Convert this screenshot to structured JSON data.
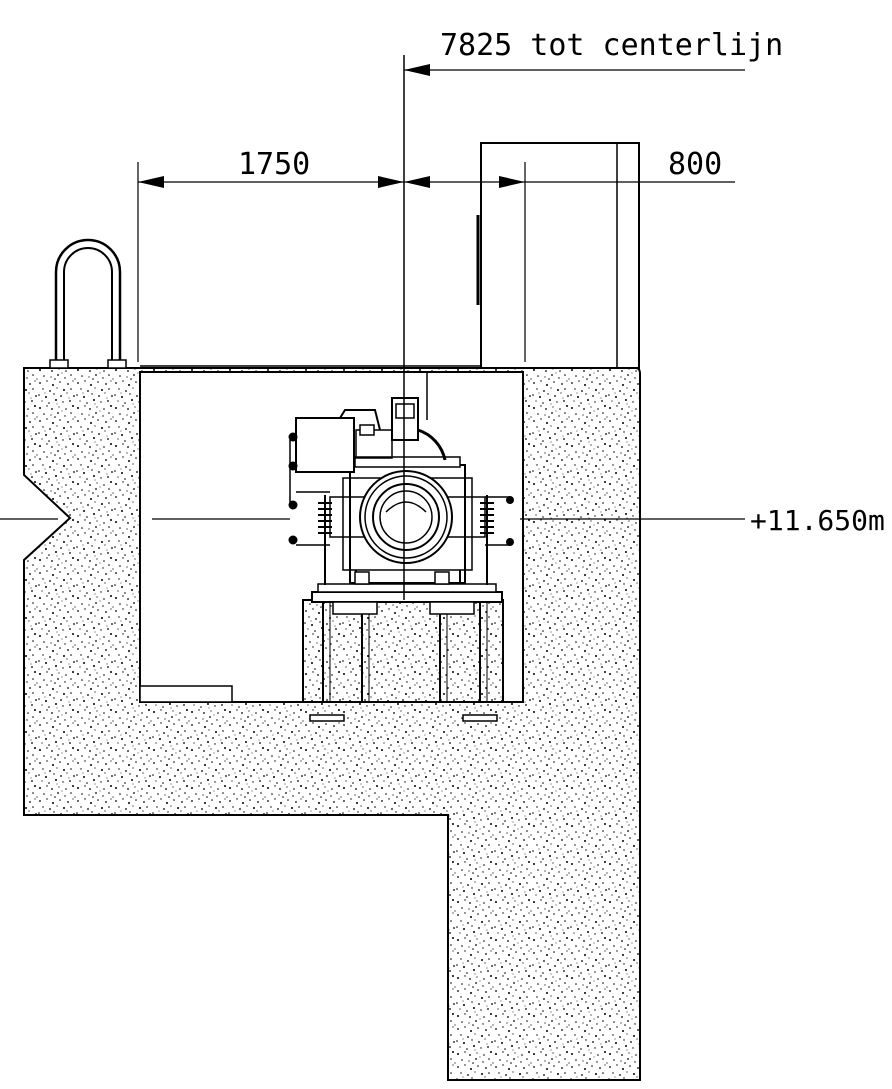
{
  "drawing": {
    "centerline_label": "7825 tot centerlijn",
    "dim_left": "1750",
    "dim_right": "800",
    "elevation_label": "+11.650m"
  },
  "colors": {
    "line": "#000000",
    "concrete_speckle": "#000000",
    "background": "#ffffff"
  }
}
